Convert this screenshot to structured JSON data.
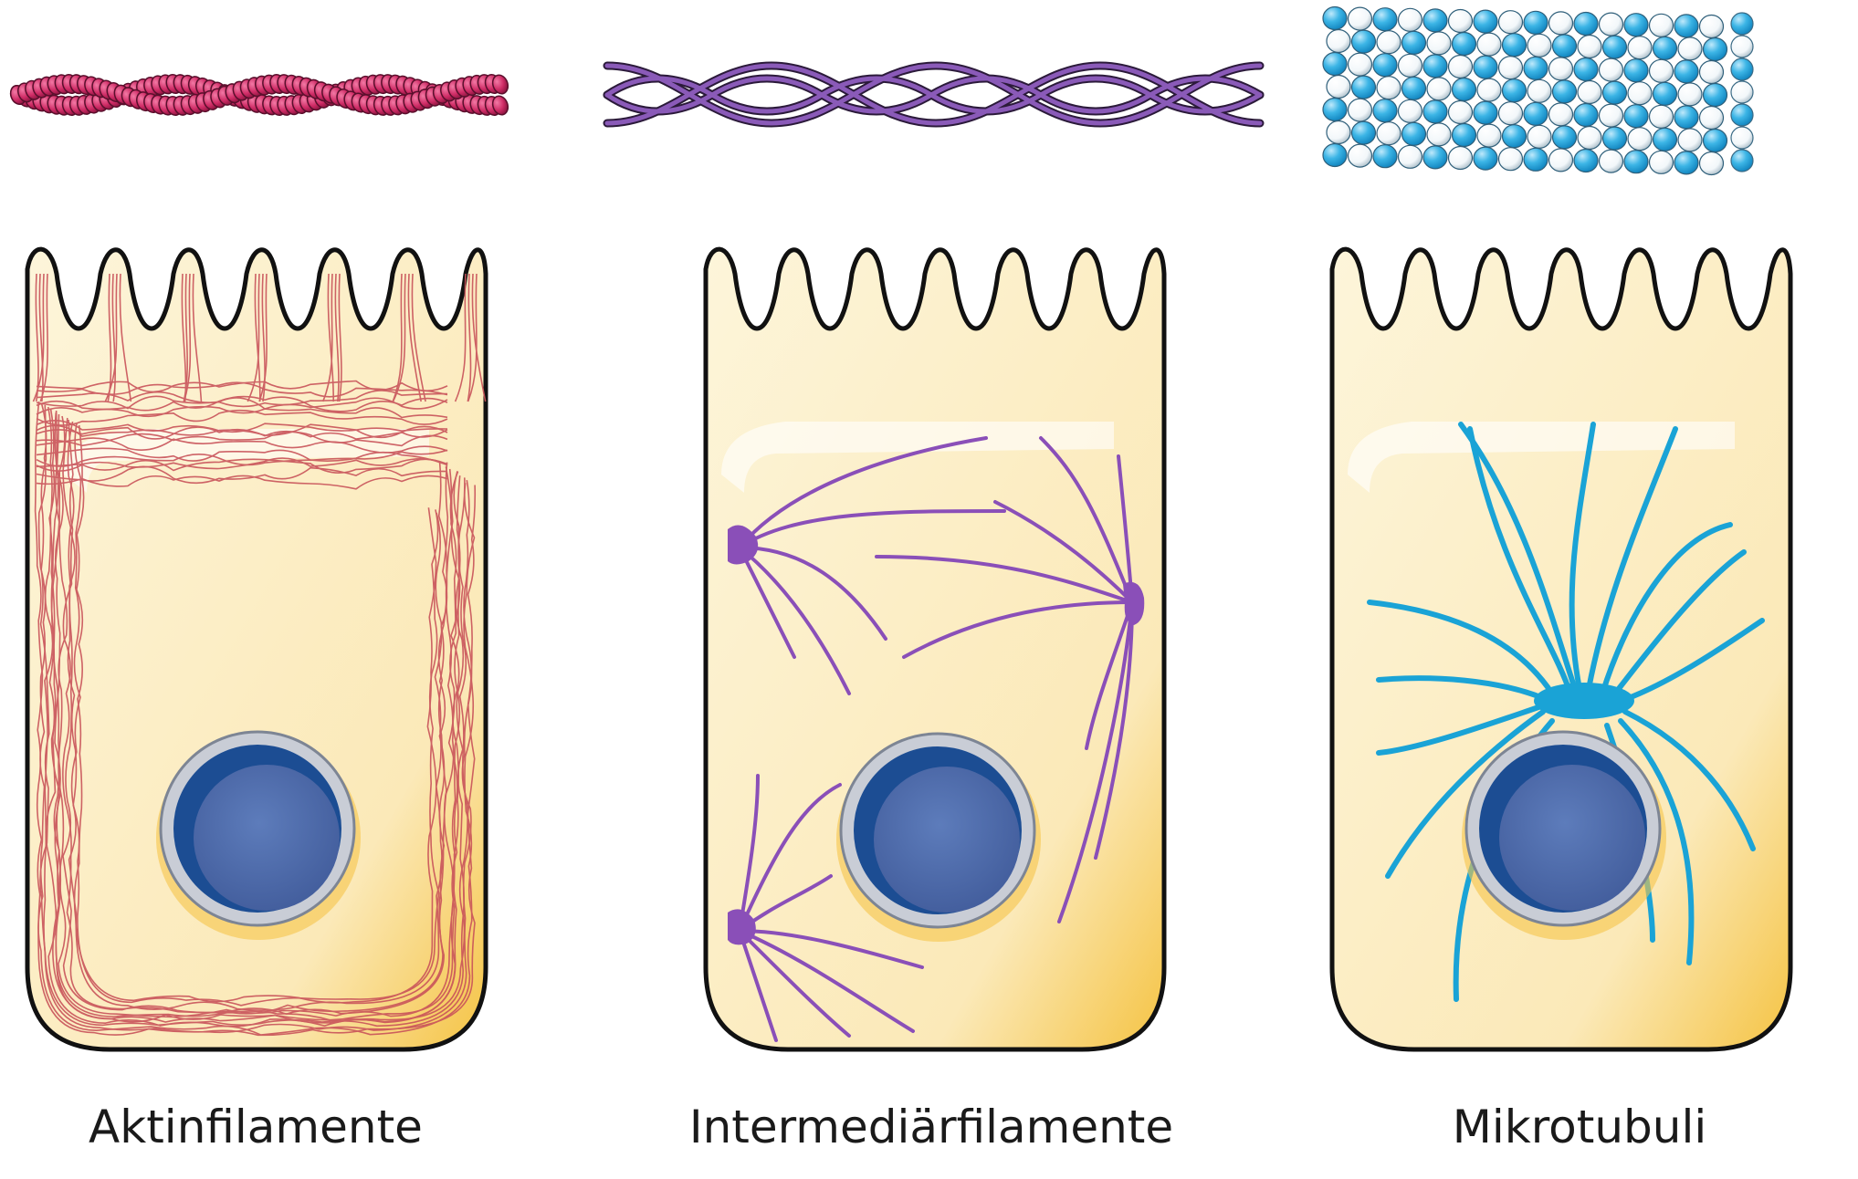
{
  "labels": {
    "actin": "Aktinfilamente",
    "intermediate": "Intermediärfilamente",
    "microtubules": "Mikrotubuli"
  },
  "colors": {
    "actin_monomer": "#c8275f",
    "actin_filament": "#c9535a",
    "intermediate_filament": "#7b4aa8",
    "microtubule": "#1aa3d6",
    "microtubule_light": "#ffffff",
    "cell_fill": "#fbedc4",
    "cell_shade": "#f6c54a",
    "nucleus": "#4a6aa8",
    "nucleus_dark": "#1c4d93",
    "nuclear_envelope": "#c9cdd6"
  },
  "icons": [
    "actin-filament-icon",
    "intermediate-filament-icon",
    "microtubule-icon"
  ]
}
